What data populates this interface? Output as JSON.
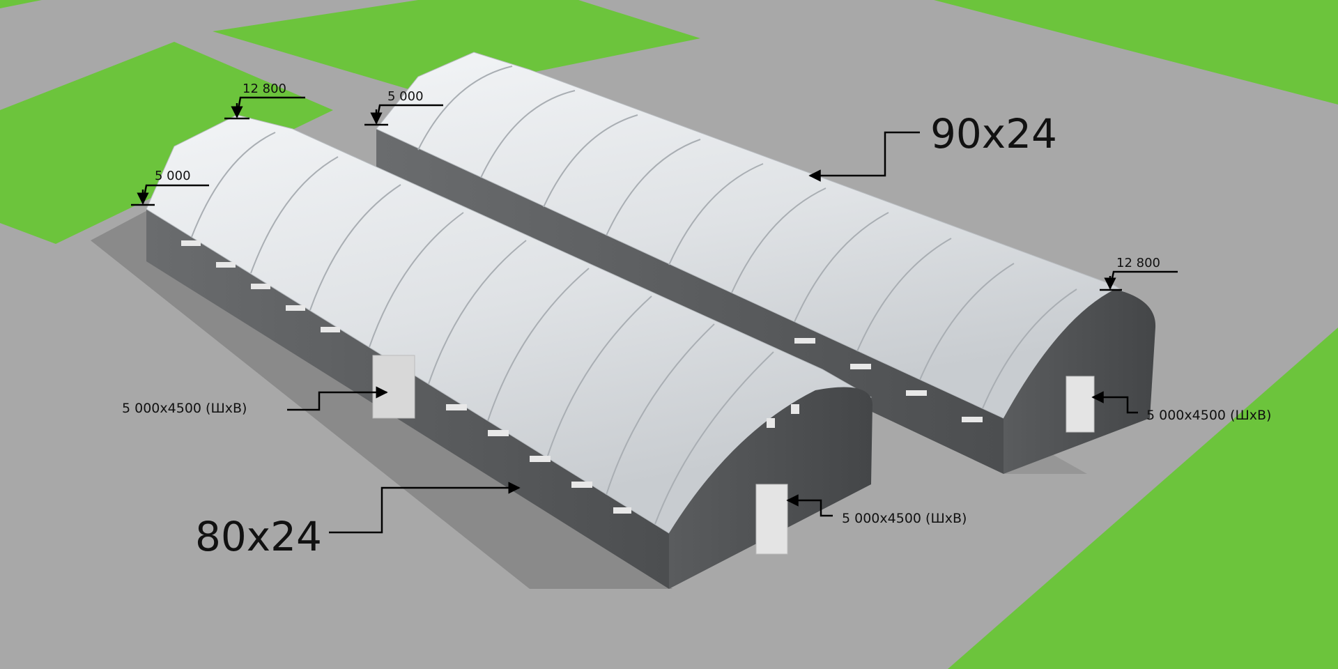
{
  "colors": {
    "ground": "#a6a6a6",
    "grass": "#6cc43c",
    "roof": "#e6e8ea",
    "wall": "#585a5c",
    "door": "#e4e4e4",
    "annotation": "#111111"
  },
  "buildings": {
    "front": {
      "size_label": "80x24",
      "height_ridge": "12 800",
      "height_wall": "5 000",
      "side_gate": "5 000x4500 (ШхВ)",
      "end_gate": "5 000x4500 (ШхВ)"
    },
    "back": {
      "size_label": "90x24",
      "height_ridge": "12 800",
      "height_wall": "5 000",
      "end_gate": "5 000x4500 (ШхВ)"
    }
  }
}
